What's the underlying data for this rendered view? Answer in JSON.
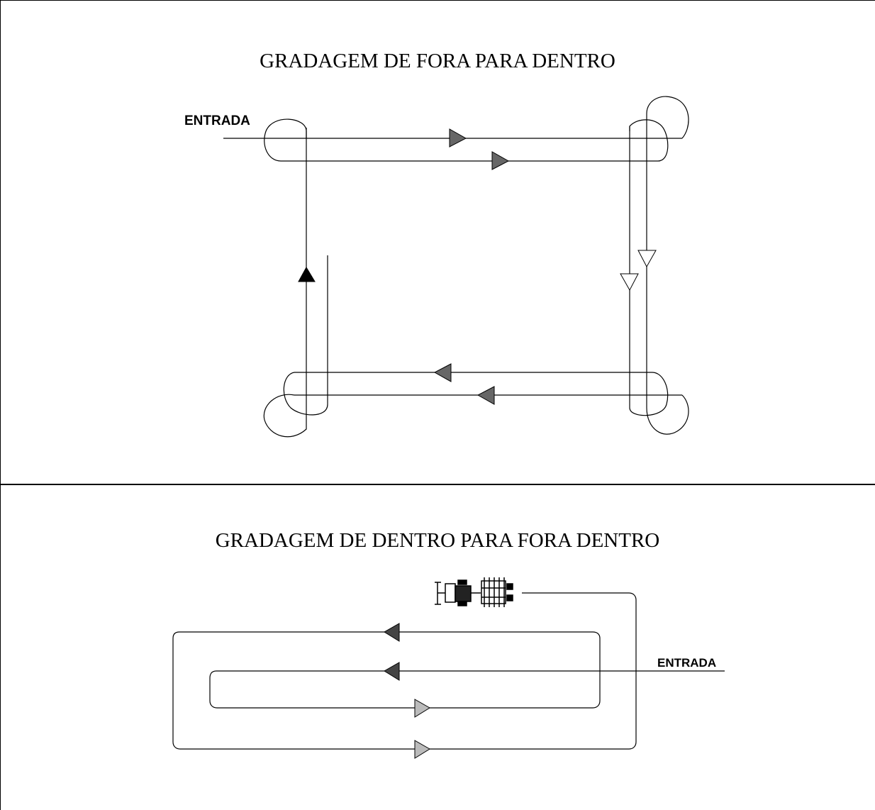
{
  "panels": [
    {
      "title": "GRADAGEM DE FORA PARA DENTRO",
      "entrance_label": "ENTRADA"
    },
    {
      "title": "GRADAGEM DE DENTRO PARA FORA DENTRO",
      "entrance_label": "ENTRADA",
      "vehicle_icon": "tractor-with-harrow-icon"
    }
  ],
  "colors": {
    "line": "#000000",
    "arrow_dark": "#666666",
    "arrow_black": "#000000",
    "arrow_white": "#ffffff",
    "arrow_light": "#bbbbbb"
  }
}
